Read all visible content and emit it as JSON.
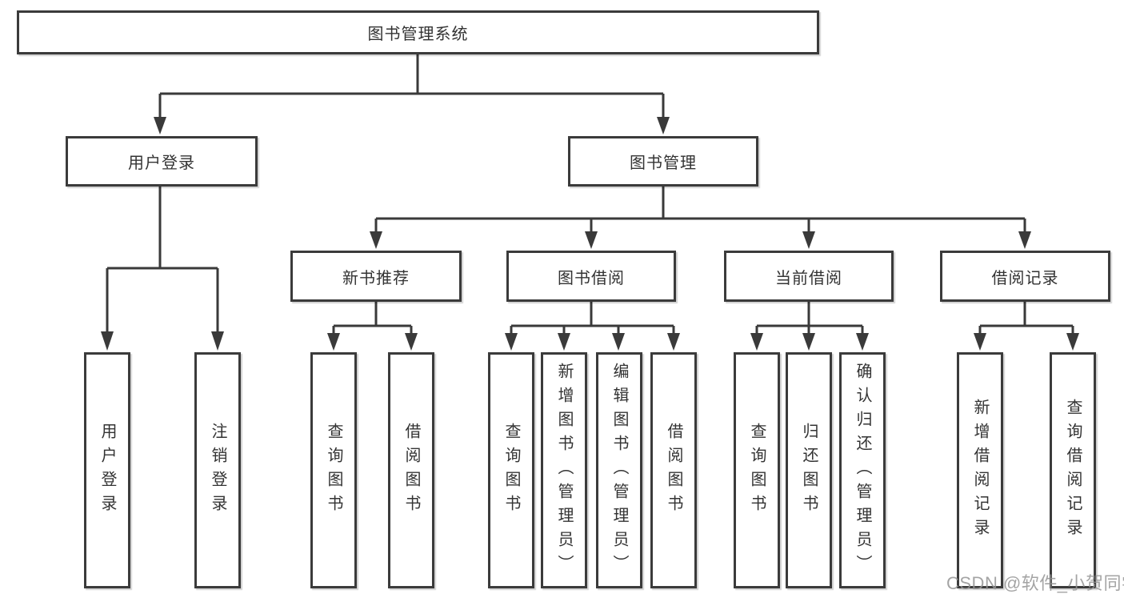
{
  "title": "图书管理系统",
  "watermark": "CSDN @软件_小贺同学",
  "colors": {
    "line": "#3a3a3a",
    "box_border": "#3b3b3b",
    "box_bg": "#ffffff",
    "text": "#333333",
    "watermark": "#949494"
  },
  "nodes": {
    "root": {
      "label": "图书管理系统"
    },
    "level2": [
      {
        "id": "user-login",
        "label": "用户登录"
      },
      {
        "id": "book-management",
        "label": "图书管理"
      }
    ],
    "level3": [
      {
        "id": "new-book-recommend",
        "label": "新书推荐"
      },
      {
        "id": "book-borrowing",
        "label": "图书借阅"
      },
      {
        "id": "current-borrowing",
        "label": "当前借阅"
      },
      {
        "id": "borrowing-records",
        "label": "借阅记录"
      }
    ],
    "leaves": [
      {
        "id": "user-login-leaf",
        "parent": "user-login",
        "label": "用户登录"
      },
      {
        "id": "logout",
        "parent": "user-login",
        "label": "注销登录"
      },
      {
        "id": "query-books-recommend",
        "parent": "new-book-recommend",
        "label": "查询图书"
      },
      {
        "id": "borrow-books-recommend",
        "parent": "new-book-recommend",
        "label": "借阅图书"
      },
      {
        "id": "query-books-borrowing",
        "parent": "book-borrowing",
        "label": "查询图书"
      },
      {
        "id": "add-book-admin",
        "parent": "book-borrowing",
        "label": "新增图书（管理员）"
      },
      {
        "id": "edit-book-admin",
        "parent": "book-borrowing",
        "label": "编辑图书（管理员）"
      },
      {
        "id": "borrow-books-borrowing",
        "parent": "book-borrowing",
        "label": "借阅图书"
      },
      {
        "id": "query-books-current",
        "parent": "current-borrowing",
        "label": "查询图书"
      },
      {
        "id": "return-books",
        "parent": "current-borrowing",
        "label": "归还图书"
      },
      {
        "id": "confirm-return-admin",
        "parent": "current-borrowing",
        "label": "确认归还（管理员）"
      },
      {
        "id": "add-borrow-record",
        "parent": "borrowing-records",
        "label": "新增借阅记录"
      },
      {
        "id": "query-borrow-record",
        "parent": "borrowing-records",
        "label": "查询借阅记录"
      }
    ]
  }
}
